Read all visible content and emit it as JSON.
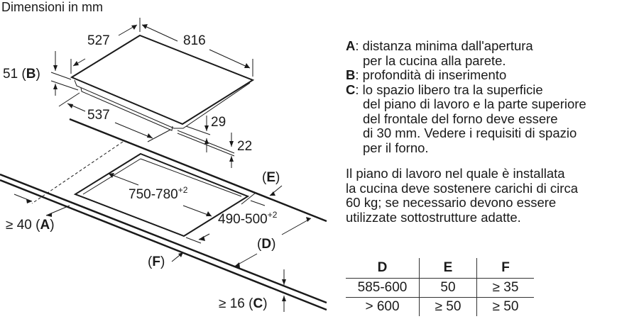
{
  "title": "Dimensioni in mm",
  "dims": {
    "hob_depth": "527",
    "hob_width": "816",
    "b_value": "51",
    "b_key": "B",
    "lower_depth": "537",
    "d29": "29",
    "d22": "22",
    "e_key": "E",
    "cut_width": "750-780",
    "cut_width_tol": "+2",
    "cut_depth": "490-500",
    "cut_depth_tol": "+2",
    "a_value": "≥ 40",
    "a_key": "A",
    "d_key": "D",
    "f_key": "F",
    "c_value": "≥ 16",
    "c_key": "C"
  },
  "legend": [
    {
      "key": "A",
      "lines": [
        ": distanza minima dall'apertura",
        "per la cucina alla parete."
      ]
    },
    {
      "key": "B",
      "lines": [
        ": profondità di inserimento"
      ]
    },
    {
      "key": "C",
      "lines": [
        ": lo spazio libero tra la superficie",
        "del piano di lavoro e la parte superiore",
        "del frontale del forno deve essere",
        "di 30 mm. Vedere i requisiti di spazio",
        "per il forno."
      ]
    }
  ],
  "note": [
    "Il piano di lavoro nel quale è installata",
    "la cucina deve sostenere carichi di circa",
    "60 kg; se necessario devono essere",
    "utilizzate sottostrutture adatte."
  ],
  "table": {
    "headers": [
      "D",
      "E",
      "F"
    ],
    "rows": [
      [
        "585-600",
        "50",
        "≥ 35"
      ],
      [
        "> 600",
        "≥ 50",
        "≥ 50"
      ]
    ]
  }
}
